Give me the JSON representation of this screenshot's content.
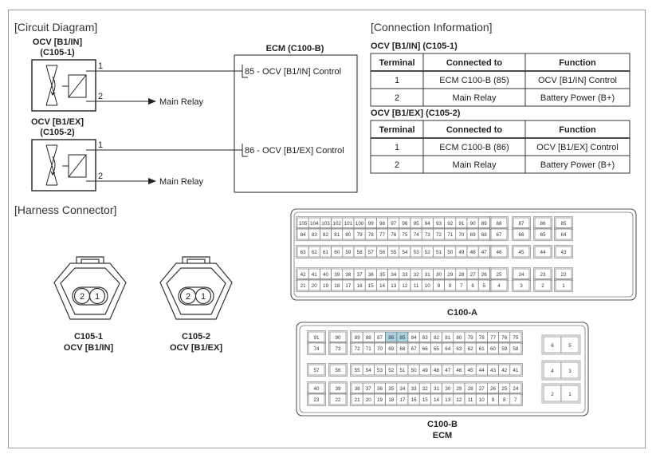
{
  "sections": {
    "circuit": "[Circuit Diagram]",
    "connection": "[Connection Information]",
    "harness": "[Harness Connector]"
  },
  "circuit": {
    "ocv1_name": "OCV [B1/IN]",
    "ocv1_code": "(C105-1)",
    "ocv2_name": "OCV [B1/EX]",
    "ocv2_code": "(C105-2)",
    "pin1": "1",
    "pin2": "2",
    "main_relay": "Main Relay",
    "ecm_title": "ECM (C100-B)",
    "ecm_pin85": "85 - OCV [B1/IN] Control",
    "ecm_pin86": "86 - OCV [B1/EX] Control"
  },
  "connection": {
    "headers": [
      "Terminal",
      "Connected to",
      "Function"
    ],
    "tables": [
      {
        "title": "OCV [B1/IN] (C105-1)",
        "rows": [
          [
            "1",
            "ECM C100-B (85)",
            "OCV [B1/IN] Control"
          ],
          [
            "2",
            "Main Relay",
            "Battery Power (B+)"
          ]
        ]
      },
      {
        "title": "OCV [B1/EX] (C105-2)",
        "rows": [
          [
            "1",
            "ECM C100-B (86)",
            "OCV [B1/EX] Control"
          ],
          [
            "2",
            "Main Relay",
            "Battery Power (B+)"
          ]
        ]
      }
    ]
  },
  "harness": {
    "c105_1": {
      "code": "C105-1",
      "name": "OCV [B1/IN]",
      "pins": [
        "2",
        "1"
      ]
    },
    "c105_2": {
      "code": "C105-2",
      "name": "OCV [B1/EX]",
      "pins": [
        "2",
        "1"
      ]
    },
    "c100a_label": "C100-A",
    "c100b_label": "C100-B",
    "c100b_sub": "ECM",
    "highlight_color": "#a9d4df",
    "c100a_rows": [
      [
        [
          "105",
          "104",
          "103",
          "102",
          "101",
          "100",
          "99",
          "98",
          "97",
          "96",
          "95",
          "94",
          "93",
          "92",
          "91",
          "90",
          "89"
        ],
        [
          "88"
        ],
        [
          "87"
        ],
        [
          "86"
        ],
        [
          "85"
        ]
      ],
      [
        [
          "84",
          "83",
          "82",
          "81",
          "80",
          "79",
          "78",
          "77",
          "76",
          "75",
          "74",
          "73",
          "72",
          "71",
          "70",
          "69",
          "68"
        ],
        [
          "67"
        ],
        [
          "66"
        ],
        [
          "65"
        ],
        [
          "64"
        ]
      ],
      [
        [
          "63",
          "62",
          "61",
          "60",
          "59",
          "58",
          "57",
          "56",
          "55",
          "54",
          "53",
          "52",
          "51",
          "50",
          "49",
          "48",
          "47"
        ],
        [
          "46"
        ],
        [
          "45"
        ],
        [
          "44"
        ],
        [
          "43"
        ]
      ],
      [
        [
          "42",
          "41",
          "40",
          "39",
          "38",
          "37",
          "36",
          "35",
          "34",
          "33",
          "32",
          "31",
          "30",
          "29",
          "28",
          "27",
          "26"
        ],
        [
          "25"
        ],
        [
          "24"
        ],
        [
          "23"
        ],
        [
          "22"
        ]
      ],
      [
        [
          "21",
          "20",
          "19",
          "18",
          "17",
          "16",
          "15",
          "14",
          "13",
          "12",
          "11",
          "10",
          "9",
          "8",
          "7",
          "6",
          "5"
        ],
        [
          "4"
        ],
        [
          "3"
        ],
        [
          "2"
        ],
        [
          "1"
        ]
      ]
    ],
    "c100b_rows": [
      [
        [
          "91"
        ],
        [
          "90"
        ],
        [
          "89",
          "88",
          "87",
          "86",
          "85",
          "84",
          "83",
          "82",
          "81",
          "80",
          "79",
          "78",
          "77",
          "76",
          "75"
        ]
      ],
      [
        [
          "74"
        ],
        [
          "73"
        ],
        [
          "72",
          "71",
          "70",
          "69",
          "68",
          "67",
          "66",
          "65",
          "64",
          "63",
          "62",
          "61",
          "60",
          "59",
          "58"
        ]
      ],
      [
        [
          "57"
        ],
        [
          "56"
        ],
        [
          "55",
          "54",
          "53",
          "52",
          "51",
          "50",
          "49",
          "48",
          "47",
          "46",
          "45",
          "44",
          "43",
          "42",
          "41"
        ]
      ],
      [
        [
          "40"
        ],
        [
          "39"
        ],
        [
          "38",
          "37",
          "36",
          "35",
          "34",
          "33",
          "32",
          "31",
          "30",
          "29",
          "28",
          "27",
          "26",
          "25",
          "24"
        ]
      ],
      [
        [
          "23"
        ],
        [
          "22"
        ],
        [
          "21",
          "20",
          "19",
          "18",
          "17",
          "16",
          "15",
          "14",
          "13",
          "12",
          "11",
          "10",
          "9",
          "8",
          "7"
        ]
      ]
    ],
    "c100b_right": [
      [
        "6",
        "5"
      ],
      [
        "4",
        "3"
      ],
      [
        "2",
        "1"
      ]
    ],
    "highlight_pins": [
      "86",
      "85"
    ]
  }
}
